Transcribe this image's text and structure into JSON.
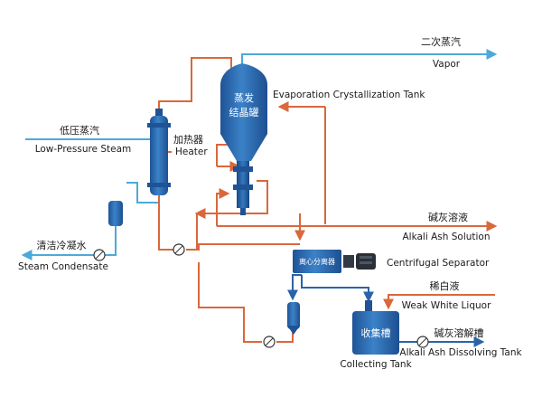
{
  "colors": {
    "vessel": "#2f6fb6",
    "vessel_dark": "#1f5396",
    "pipe_hot": "#d9683b",
    "pipe_steam": "#4da9d8",
    "pipe_liquid": "#2a63a8"
  },
  "labels": {
    "vapor_cn": "二次蒸汽",
    "vapor_en": "Vapor",
    "tank_en": "Evaporation Crystallization Tank",
    "tank_cn_line1": "蒸发",
    "tank_cn_line2": "结晶罐",
    "lp_steam_cn": "低压蒸汽",
    "lp_steam_en": "Low-Pressure Steam",
    "heater_cn": "加热器",
    "heater_en": "Heater",
    "condensate_cn": "清洁冷凝水",
    "condensate_en": "Steam Condensate",
    "alkali_cn": "碱灰溶液",
    "alkali_en": "Alkali Ash Solution",
    "centrifuge_cn": "离心分离器",
    "centrifuge_en": "Centrifugal Separator",
    "white_liquor_cn": "稀白液",
    "white_liquor_en": "Weak White Liquor",
    "collect_cn": "收集槽",
    "collect_en": "Collecting Tank",
    "dissolve_cn": "碱灰溶解槽",
    "dissolve_en": "Alkali Ash Dissolving Tank"
  }
}
